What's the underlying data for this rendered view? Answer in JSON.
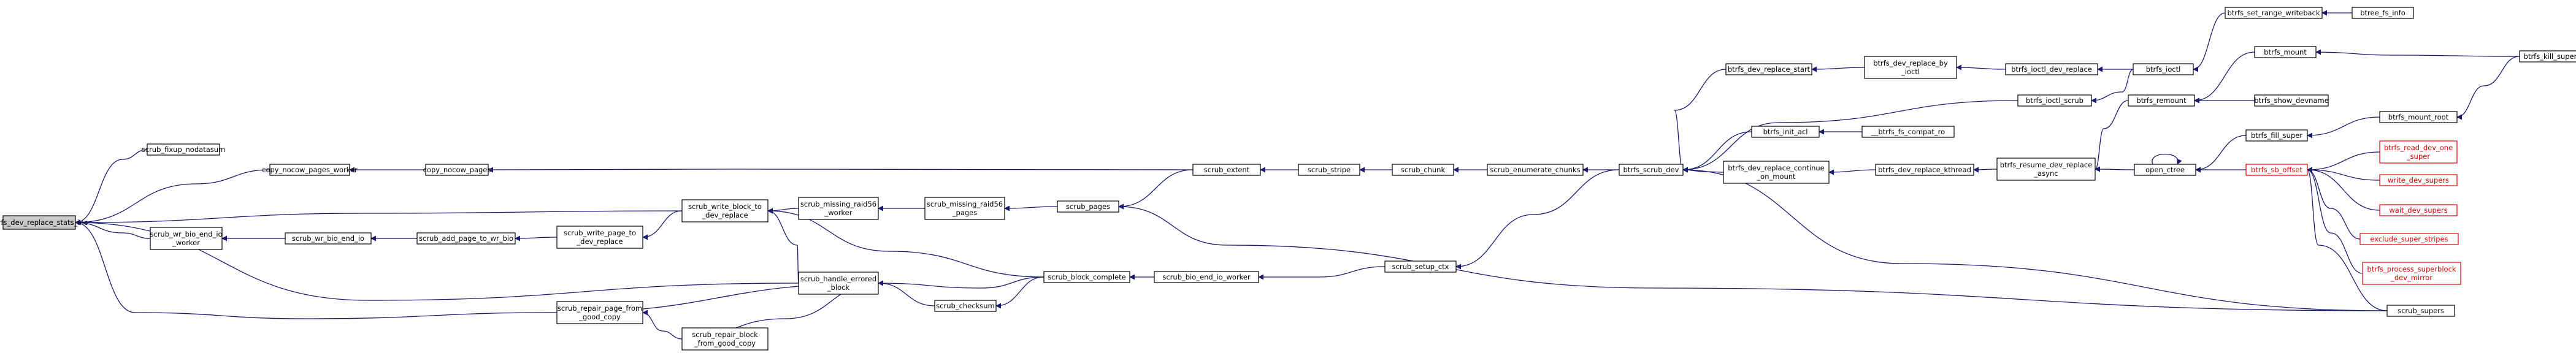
{
  "nodes": [
    {
      "id": "n_stats",
      "lines": [
        "btrfs_dev_replace_stats_inc"
      ],
      "focus": true
    },
    {
      "id": "n_fixup",
      "lines": [
        "scrub_fixup_nodatasum"
      ]
    },
    {
      "id": "n_cnw",
      "lines": [
        "copy_nocow_pages_worker"
      ]
    },
    {
      "id": "n_cn",
      "lines": [
        "copy_nocow_pages"
      ]
    },
    {
      "id": "n_wrbio",
      "lines": [
        "scrub_wr_bio_end_io",
        "_worker"
      ]
    },
    {
      "id": "n_wrbioend",
      "lines": [
        "scrub_wr_bio_end_io"
      ]
    },
    {
      "id": "n_addpage",
      "lines": [
        "scrub_add_page_to_wr_bio"
      ]
    },
    {
      "id": "n_wptd",
      "lines": [
        "scrub_write_page_to",
        "_dev_replace"
      ]
    },
    {
      "id": "n_wbtd",
      "lines": [
        "scrub_write_block_to",
        "_dev_replace"
      ]
    },
    {
      "id": "n_mr6w",
      "lines": [
        "scrub_missing_raid56",
        "_worker"
      ]
    },
    {
      "id": "n_mr6p",
      "lines": [
        "scrub_missing_raid56",
        "_pages"
      ]
    },
    {
      "id": "n_pages",
      "lines": [
        "scrub_pages"
      ]
    },
    {
      "id": "n_repage",
      "lines": [
        "scrub_repair_page_from",
        "_good_copy"
      ]
    },
    {
      "id": "n_reblock",
      "lines": [
        "scrub_repair_block",
        "_from_good_copy"
      ]
    },
    {
      "id": "n_heb",
      "lines": [
        "scrub_handle_errored",
        "_block"
      ]
    },
    {
      "id": "n_checksum",
      "lines": [
        "scrub_checksum"
      ]
    },
    {
      "id": "n_bc",
      "lines": [
        "scrub_block_complete"
      ]
    },
    {
      "id": "n_bioend",
      "lines": [
        "scrub_bio_end_io_worker"
      ]
    },
    {
      "id": "n_setup",
      "lines": [
        "scrub_setup_ctx"
      ]
    },
    {
      "id": "n_extent",
      "lines": [
        "scrub_extent"
      ]
    },
    {
      "id": "n_stripe",
      "lines": [
        "scrub_stripe"
      ]
    },
    {
      "id": "n_chunk",
      "lines": [
        "scrub_chunk"
      ]
    },
    {
      "id": "n_enum",
      "lines": [
        "scrub_enumerate_chunks"
      ]
    },
    {
      "id": "n_scrubdev",
      "lines": [
        "btrfs_scrub_dev"
      ]
    },
    {
      "id": "n_drstart",
      "lines": [
        "btrfs_dev_replace_start"
      ]
    },
    {
      "id": "n_drby",
      "lines": [
        "btrfs_dev_replace_by",
        "_ioctl"
      ]
    },
    {
      "id": "n_ioctldr",
      "lines": [
        "btrfs_ioctl_dev_replace"
      ]
    },
    {
      "id": "n_ioctl",
      "lines": [
        "btrfs_ioctl"
      ]
    },
    {
      "id": "n_ioctlscrub",
      "lines": [
        "btrfs_ioctl_scrub"
      ]
    },
    {
      "id": "n_initacl",
      "lines": [
        "btrfs_init_acl"
      ]
    },
    {
      "id": "n_compat",
      "lines": [
        "__btrfs_fs_compat_ro"
      ]
    },
    {
      "id": "n_drcont",
      "lines": [
        "btrfs_dev_replace_continue",
        "_on_mount"
      ]
    },
    {
      "id": "n_drkth",
      "lines": [
        "btrfs_dev_replace_kthread"
      ]
    },
    {
      "id": "n_resume",
      "lines": [
        "btrfs_resume_dev_replace",
        "_async"
      ]
    },
    {
      "id": "n_remount",
      "lines": [
        "btrfs_remount"
      ]
    },
    {
      "id": "n_opentree",
      "lines": [
        "open_ctree"
      ]
    },
    {
      "id": "n_setrange",
      "lines": [
        "btrfs_set_range_writeback"
      ]
    },
    {
      "id": "n_btree",
      "lines": [
        "btree_fs_info"
      ]
    },
    {
      "id": "n_mount",
      "lines": [
        "btrfs_mount"
      ]
    },
    {
      "id": "n_showdev",
      "lines": [
        "btrfs_show_devname"
      ]
    },
    {
      "id": "n_fillsuper",
      "lines": [
        "btrfs_fill_super"
      ]
    },
    {
      "id": "n_mountroot",
      "lines": [
        "btrfs_mount_root"
      ]
    },
    {
      "id": "n_killsuper",
      "lines": [
        "btrfs_kill_super"
      ]
    },
    {
      "id": "n_sboff",
      "lines": [
        "btrfs_sb_offset"
      ],
      "red": true
    },
    {
      "id": "n_readdev",
      "lines": [
        "btrfs_read_dev_one",
        "_super"
      ],
      "red": true
    },
    {
      "id": "n_writedev",
      "lines": [
        "write_dev_supers"
      ],
      "red": true
    },
    {
      "id": "n_waitdev",
      "lines": [
        "wait_dev_supers"
      ],
      "red": true
    },
    {
      "id": "n_exclude",
      "lines": [
        "exclude_super_stripes"
      ],
      "red": true
    },
    {
      "id": "n_process",
      "lines": [
        "btrfs_process_superblock",
        "_dev_mirror"
      ],
      "red": true
    },
    {
      "id": "n_supers",
      "lines": [
        "scrub_supers"
      ]
    }
  ],
  "edges": [
    [
      "n_fixup",
      "n_stats"
    ],
    [
      "n_cnw",
      "n_stats"
    ],
    [
      "n_wrbio",
      "n_stats"
    ],
    [
      "n_wbtd",
      "n_stats"
    ],
    [
      "n_heb",
      "n_stats"
    ],
    [
      "n_repage",
      "n_stats"
    ],
    [
      "n_cn",
      "n_cnw"
    ],
    [
      "n_extent",
      "n_cn"
    ],
    [
      "n_wrbioend",
      "n_wrbio"
    ],
    [
      "n_addpage",
      "n_wrbioend"
    ],
    [
      "n_wptd",
      "n_addpage"
    ],
    [
      "n_wbtd",
      "n_wptd"
    ],
    [
      "n_mr6w",
      "n_wbtd"
    ],
    [
      "n_heb",
      "n_wbtd"
    ],
    [
      "n_bc",
      "n_wbtd"
    ],
    [
      "n_mr6p",
      "n_mr6w"
    ],
    [
      "n_pages",
      "n_mr6p"
    ],
    [
      "n_extent",
      "n_pages"
    ],
    [
      "n_supers",
      "n_pages"
    ],
    [
      "n_repage",
      "n_heb"
    ],
    [
      "n_reblock",
      "n_heb"
    ],
    [
      "n_reblock",
      "n_repage"
    ],
    [
      "n_checksum",
      "n_heb"
    ],
    [
      "n_bc",
      "n_heb"
    ],
    [
      "n_bc",
      "n_checksum"
    ],
    [
      "n_bioend",
      "n_bc"
    ],
    [
      "n_setup",
      "n_bioend"
    ],
    [
      "n_scrubdev",
      "n_setup"
    ],
    [
      "n_stripe",
      "n_extent"
    ],
    [
      "n_chunk",
      "n_stripe"
    ],
    [
      "n_enum",
      "n_chunk"
    ],
    [
      "n_scrubdev",
      "n_enum"
    ],
    [
      "n_drstart",
      "n_scrubdev"
    ],
    [
      "n_ioctlscrub",
      "n_scrubdev"
    ],
    [
      "n_initacl",
      "n_scrubdev"
    ],
    [
      "n_drcont",
      "n_scrubdev"
    ],
    [
      "n_supers",
      "n_scrubdev"
    ],
    [
      "n_drby",
      "n_drstart"
    ],
    [
      "n_ioctldr",
      "n_drby"
    ],
    [
      "n_ioctl",
      "n_ioctldr"
    ],
    [
      "n_ioctl",
      "n_ioctlscrub"
    ],
    [
      "n_setrange",
      "n_ioctl"
    ],
    [
      "n_btree",
      "n_setrange"
    ],
    [
      "n_compat",
      "n_initacl"
    ],
    [
      "n_drkth",
      "n_drcont"
    ],
    [
      "n_resume",
      "n_drkth"
    ],
    [
      "n_remount",
      "n_resume"
    ],
    [
      "n_opentree",
      "n_resume"
    ],
    [
      "n_mount",
      "n_remount"
    ],
    [
      "n_killsuper",
      "n_mount"
    ],
    [
      "n_showdev",
      "n_remount"
    ],
    [
      "n_opentree",
      "n_opentree"
    ],
    [
      "n_fillsuper",
      "n_opentree"
    ],
    [
      "n_mountroot",
      "n_fillsuper"
    ],
    [
      "n_killsuper",
      "n_mountroot"
    ],
    [
      "n_sboff",
      "n_opentree"
    ],
    [
      "n_readdev",
      "n_sboff"
    ],
    [
      "n_writedev",
      "n_sboff"
    ],
    [
      "n_waitdev",
      "n_sboff"
    ],
    [
      "n_exclude",
      "n_sboff"
    ],
    [
      "n_process",
      "n_sboff"
    ],
    [
      "n_supers",
      "n_sboff"
    ]
  ]
}
